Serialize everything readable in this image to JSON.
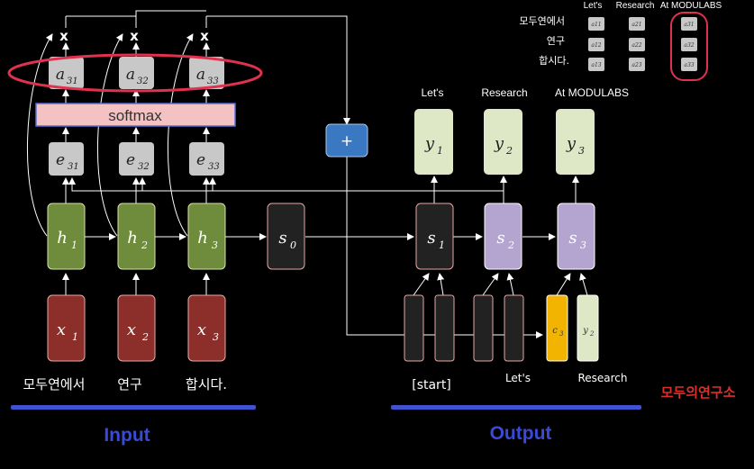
{
  "input_words": [
    "모두연에서",
    "연구",
    "합시다."
  ],
  "x_nodes": [
    {
      "base": "x",
      "sub": "1"
    },
    {
      "base": "x",
      "sub": "2"
    },
    {
      "base": "x",
      "sub": "3"
    }
  ],
  "h_nodes": [
    {
      "base": "h",
      "sub": "1"
    },
    {
      "base": "h",
      "sub": "2"
    },
    {
      "base": "h",
      "sub": "3"
    }
  ],
  "e_nodes": [
    {
      "base": "e",
      "sub": "31"
    },
    {
      "base": "e",
      "sub": "32"
    },
    {
      "base": "e",
      "sub": "33"
    }
  ],
  "a_nodes": [
    {
      "base": "a",
      "sub": "31"
    },
    {
      "base": "a",
      "sub": "32"
    },
    {
      "base": "a",
      "sub": "33"
    }
  ],
  "multiply_symbol": "x",
  "softmax_label": "softmax",
  "plus_symbol": "+",
  "s0": {
    "base": "s",
    "sub": "0"
  },
  "s_nodes": [
    {
      "base": "s",
      "sub": "1"
    },
    {
      "base": "s",
      "sub": "2"
    },
    {
      "base": "s",
      "sub": "3"
    }
  ],
  "y_nodes": [
    {
      "base": "y",
      "sub": "1"
    },
    {
      "base": "y",
      "sub": "2"
    },
    {
      "base": "y",
      "sub": "3"
    }
  ],
  "output_words": [
    "Let's",
    "Research",
    "At MODULABS"
  ],
  "decoder_inputs": {
    "c3": {
      "base": "c",
      "sub": "3"
    },
    "y2": {
      "base": "y",
      "sub": "2"
    }
  },
  "decoder_input_words": [
    "[start]",
    "Let's",
    "Research"
  ],
  "section_labels": {
    "input": "Input",
    "output": "Output"
  },
  "attention_matrix": {
    "col_headers": [
      "Let's",
      "Research",
      "At MODULABS"
    ],
    "row_headers": [
      "모두연에서",
      "연구",
      "합시다."
    ],
    "cells": [
      [
        "a11",
        "a21",
        "a31"
      ],
      [
        "a12",
        "a22",
        "a32"
      ],
      [
        "a13",
        "a23",
        "a33"
      ]
    ]
  },
  "logo_text": "모두의연구소",
  "colors": {
    "x_node": "#8c2f2b",
    "h_node": "#6e8c3b",
    "s_node": "#222222",
    "s_decoder": "#b3a5cf",
    "y_node": "#dfe8c6",
    "e_a_node": "#c8c8c8",
    "softmax": "#f4c2c2",
    "plus": "#3a78c2",
    "highlight": "#e0314f",
    "underline": "#3f52cf",
    "section_label": "#3a4ad8",
    "logo": "#d8312c",
    "context_node": "#f2b400"
  }
}
